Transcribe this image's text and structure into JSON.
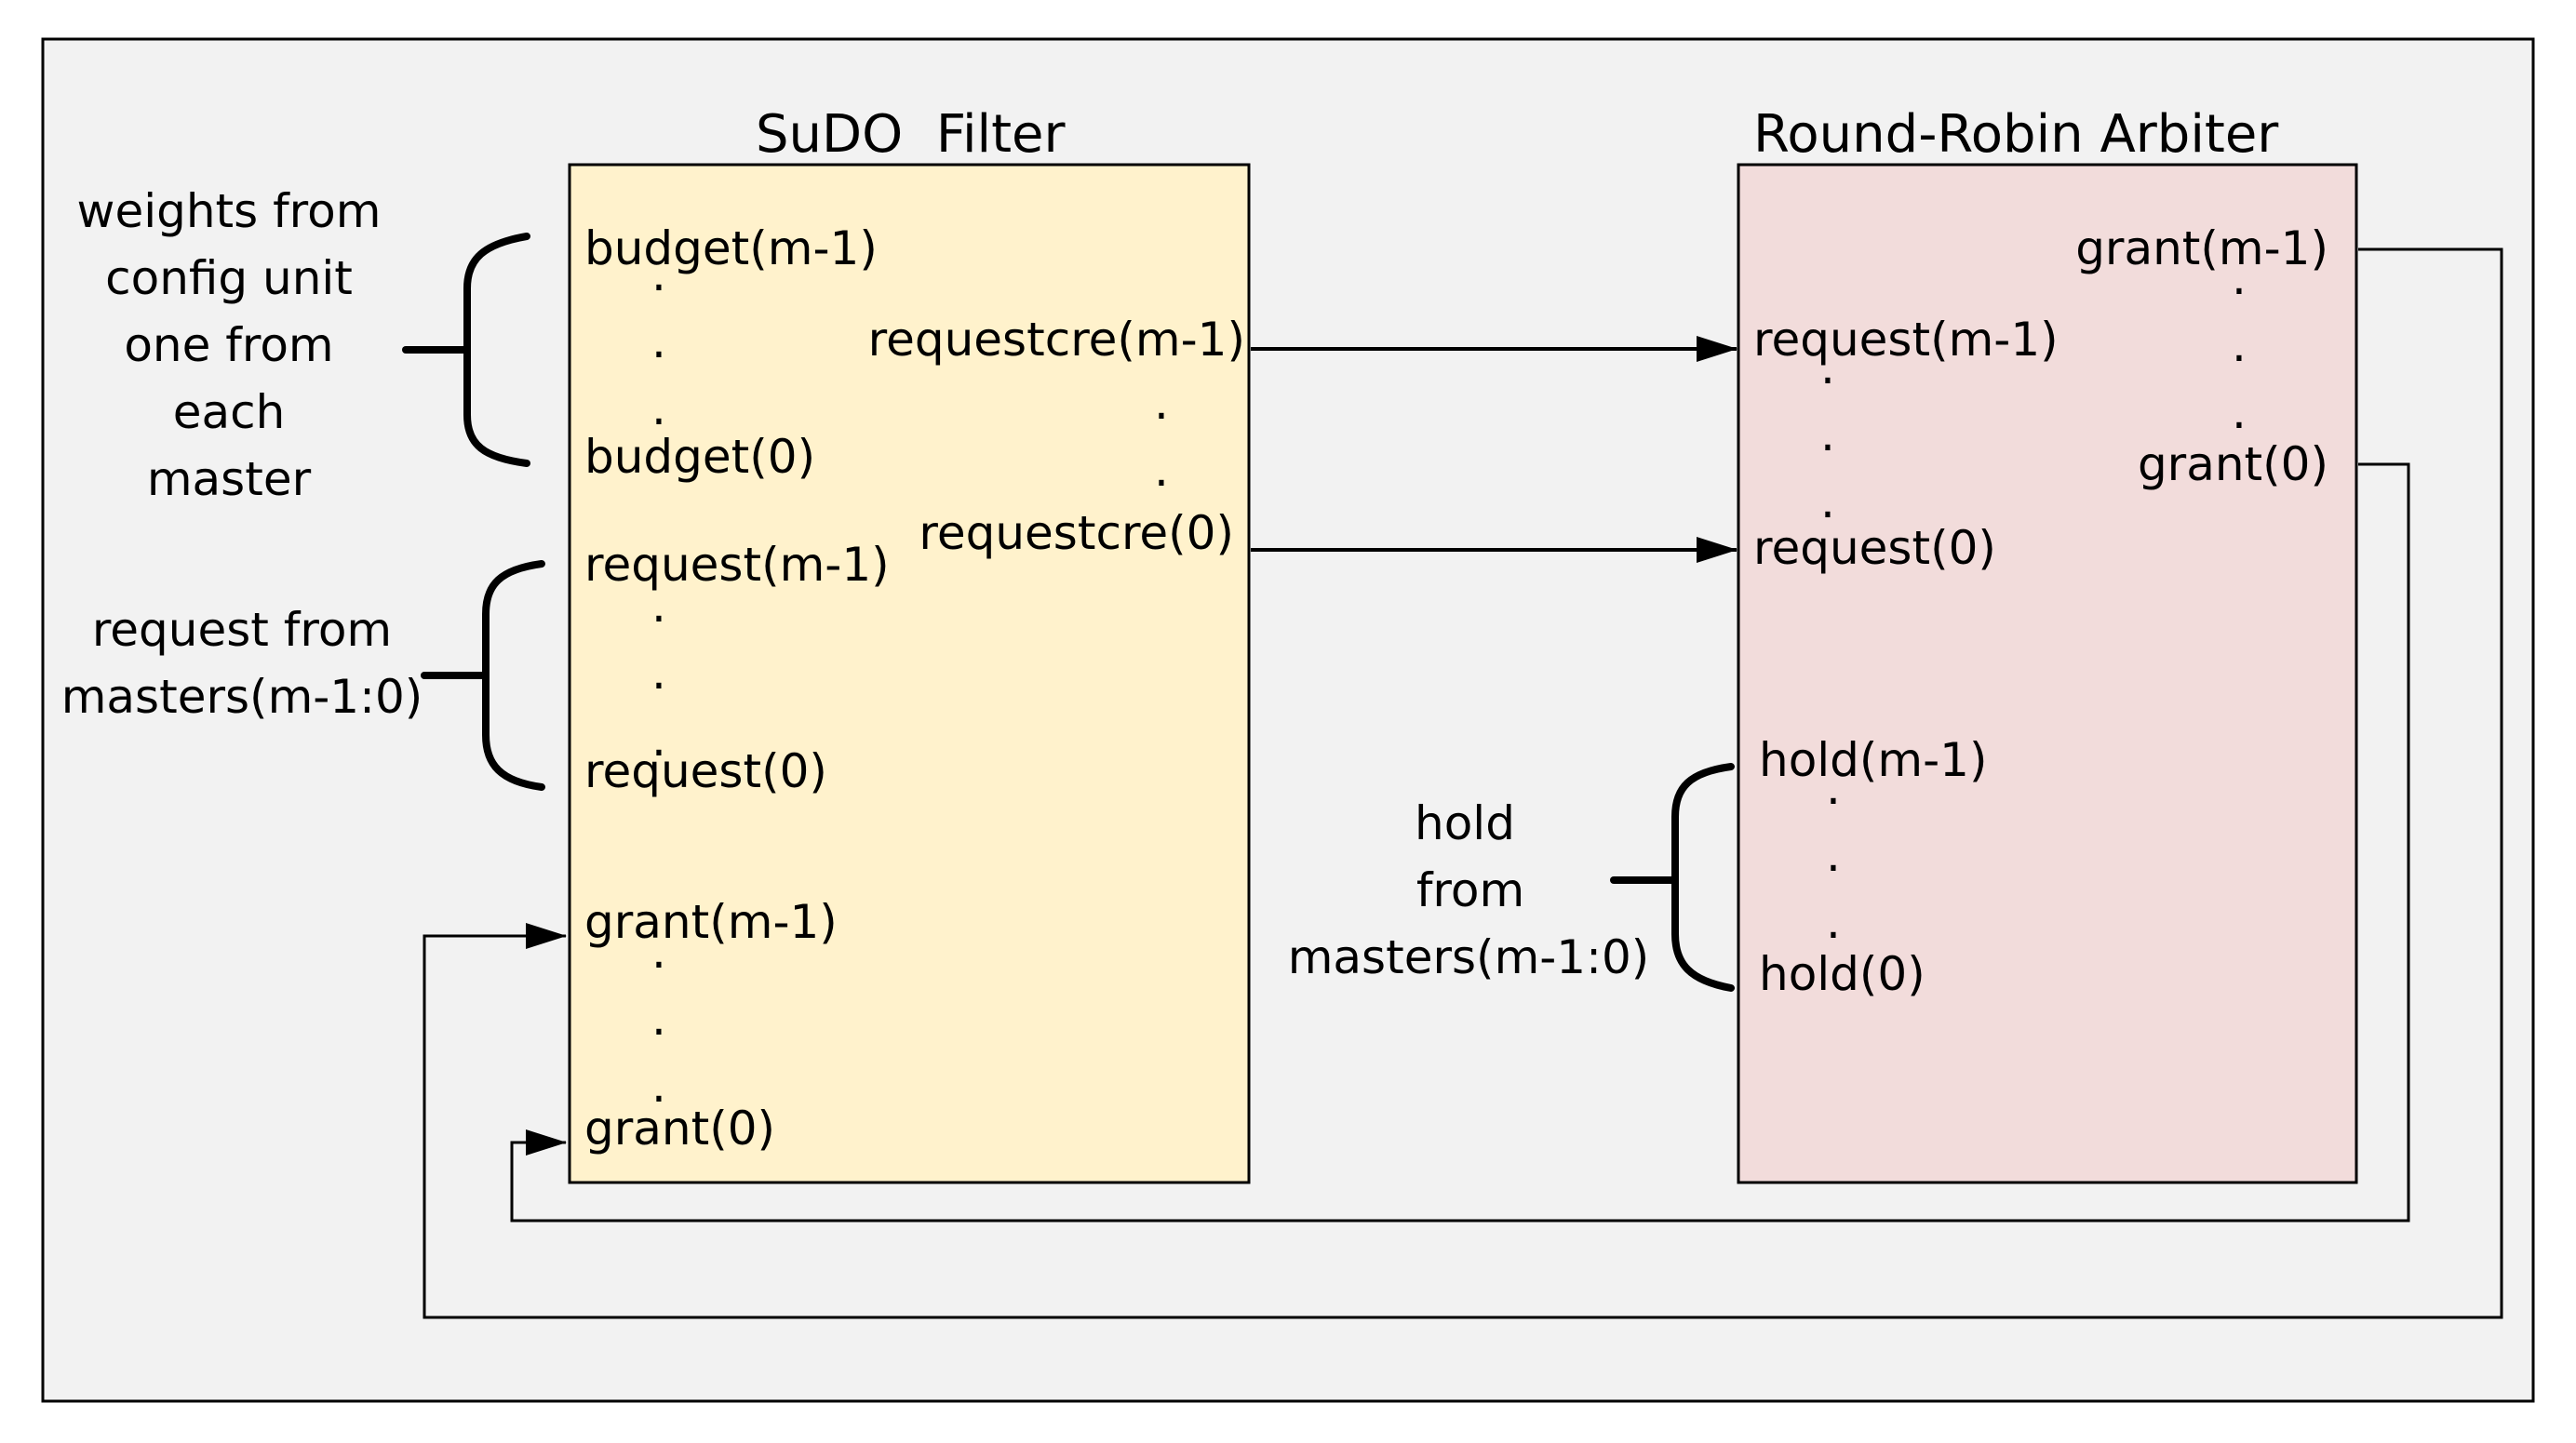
{
  "sudo_filter": {
    "title": "SuDO  Filter",
    "ports_left": [
      "budget(m-1)",
      "budget(0)",
      "request(m-1)",
      "request(0)",
      "grant(m-1)",
      "grant(0)"
    ],
    "ports_right": [
      "requestcre(m-1)",
      "requestcre(0)"
    ],
    "fill": "#fff2cc"
  },
  "arbiter": {
    "title": "Round-Robin Arbiter",
    "ports_left": [
      "request(m-1)",
      "request(0)",
      "hold(m-1)",
      "hold(0)"
    ],
    "ports_right": [
      "grant(m-1)",
      "grant(0)"
    ],
    "fill": "#f2dcdb"
  },
  "external_labels": {
    "weights": [
      "weights from",
      "config unit",
      "one from",
      "each",
      "master"
    ],
    "requests": [
      "request from",
      "masters(m-1:0)"
    ],
    "hold": [
      "hold",
      "from",
      "masters(m-1:0)"
    ]
  },
  "dot": ".",
  "background": "#f2f2f2"
}
